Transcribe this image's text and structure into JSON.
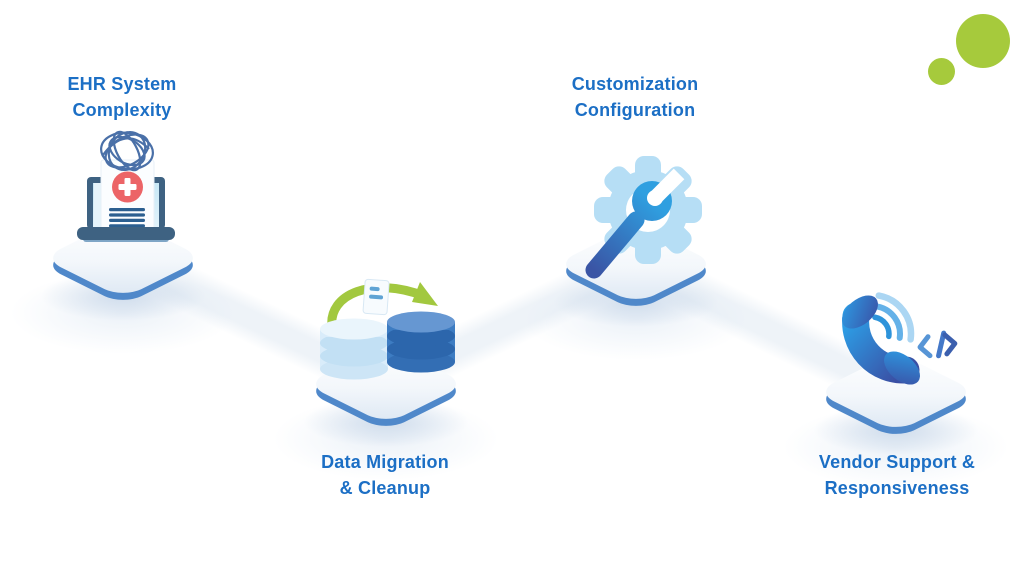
{
  "diagram": {
    "items": [
      {
        "id": "ehr-complexity",
        "label_line1": "EHR System",
        "label_line2": "Complexity",
        "icon": "ehr-laptop-tangle-icon"
      },
      {
        "id": "data-migration",
        "label_line1": "Data Migration",
        "label_line2": "& Cleanup",
        "icon": "database-migration-icon"
      },
      {
        "id": "customization",
        "label_line1": "Customization",
        "label_line2": "Configuration",
        "icon": "gear-wrench-icon"
      },
      {
        "id": "vendor-support",
        "label_line1": "Vendor Support &",
        "label_line2": "Responsiveness",
        "icon": "phone-code-icon"
      }
    ],
    "colors": {
      "label_text": "#1c6fc5",
      "platform_edge": "#4f88ca",
      "platform_fill_bottom": "#dce7f3",
      "accent_green": "#a6ca3c",
      "laptop_dark": "#3e6282",
      "screen_light": "#c8e8f6",
      "alert_red": "#ec6467",
      "doc_line_blue": "#2c5f90",
      "tangle_blue": "#4a70a8",
      "db_light": "#d9ecfa",
      "db_dark": "#3d7cc2",
      "gear_light_blue": "#b6def5",
      "wrench_azure": "#2f9fe0",
      "wrench_indigo": "#3a55a5"
    }
  }
}
